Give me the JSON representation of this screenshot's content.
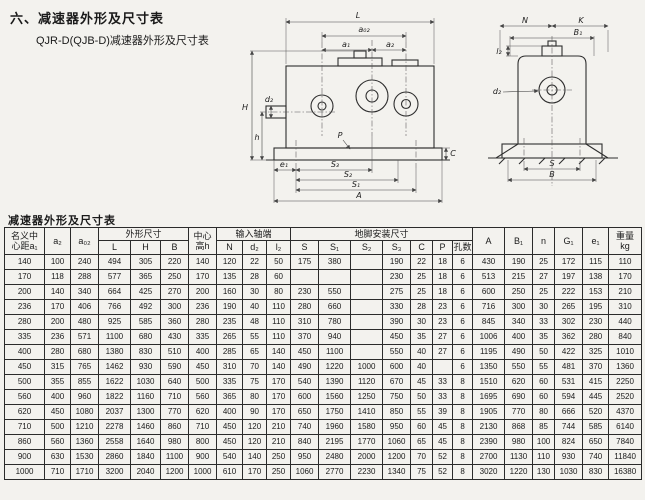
{
  "page": {
    "title": "六、减速器外形及尺寸表",
    "subtitle": "QJR-D(QJB-D)减速器外形及尺寸表",
    "table_caption": "减速器外形及尺寸表"
  },
  "figures": {
    "side_view": {
      "labels": {
        "L": "L",
        "a02": "a₀₂",
        "a1": "a₁",
        "a2": "a₂",
        "H": "H",
        "h": "h",
        "d2": "d₂",
        "P": "P",
        "C": "C",
        "e1": "e₁",
        "S3": "S₃",
        "S2": "S₂",
        "S1": "S₁",
        "A": "A"
      }
    },
    "end_view": {
      "labels": {
        "N": "N",
        "K": "K",
        "B1": "B₁",
        "l2": "l₂",
        "d2": "d₂",
        "S": "S",
        "B": "B"
      }
    }
  },
  "table": {
    "header": {
      "col1_line1": "名义中",
      "col1_line2": "心距a₁",
      "a2": "a₂",
      "a02": "a₀₂",
      "outline_group": "外形尺寸",
      "L": "L",
      "H": "H",
      "B": "B",
      "center_line1": "中心",
      "center_line2": "高h",
      "input_group": "输入轴端",
      "N": "N",
      "d2": "d₂",
      "l2": "l₂",
      "foot_group": "地脚安装尺寸",
      "S": "S",
      "S1": "S₁",
      "S2": "S₂",
      "S3": "S₃",
      "C": "C",
      "P": "P",
      "holes": "孔数",
      "A": "A",
      "B1": "B₁",
      "n": "n",
      "G1": "G₁",
      "e1": "e₁",
      "weight_line1": "重量",
      "weight_line2": "kg"
    },
    "rows": [
      [
        "140",
        "100",
        "240",
        "494",
        "305",
        "220",
        "140",
        "120",
        "22",
        "50",
        "175",
        "380",
        "",
        "190",
        "22",
        "18",
        "6",
        "430",
        "190",
        "25",
        "172",
        "115",
        "110"
      ],
      [
        "170",
        "118",
        "288",
        "577",
        "365",
        "250",
        "170",
        "135",
        "28",
        "60",
        "",
        "",
        "",
        "230",
        "25",
        "18",
        "6",
        "513",
        "215",
        "27",
        "197",
        "138",
        "170"
      ],
      [
        "200",
        "140",
        "340",
        "664",
        "425",
        "270",
        "200",
        "160",
        "30",
        "80",
        "230",
        "550",
        "",
        "275",
        "25",
        "18",
        "6",
        "600",
        "250",
        "25",
        "222",
        "153",
        "210"
      ],
      [
        "236",
        "170",
        "406",
        "766",
        "492",
        "300",
        "236",
        "190",
        "40",
        "110",
        "280",
        "660",
        "",
        "330",
        "28",
        "23",
        "6",
        "716",
        "300",
        "30",
        "265",
        "195",
        "310"
      ],
      [
        "280",
        "200",
        "480",
        "925",
        "585",
        "360",
        "280",
        "235",
        "48",
        "110",
        "310",
        "780",
        "",
        "390",
        "30",
        "23",
        "6",
        "845",
        "340",
        "33",
        "302",
        "230",
        "440"
      ],
      [
        "335",
        "236",
        "571",
        "1100",
        "680",
        "430",
        "335",
        "265",
        "55",
        "110",
        "370",
        "940",
        "",
        "450",
        "35",
        "27",
        "6",
        "1006",
        "400",
        "35",
        "362",
        "280",
        "840"
      ],
      [
        "400",
        "280",
        "680",
        "1380",
        "830",
        "510",
        "400",
        "285",
        "65",
        "140",
        "450",
        "1100",
        "",
        "550",
        "40",
        "27",
        "6",
        "1195",
        "490",
        "50",
        "422",
        "325",
        "1010"
      ],
      [
        "450",
        "315",
        "765",
        "1462",
        "930",
        "590",
        "450",
        "310",
        "70",
        "140",
        "490",
        "1220",
        "1000",
        "600",
        "40",
        "",
        "6",
        "1350",
        "550",
        "55",
        "481",
        "370",
        "1360"
      ],
      [
        "500",
        "355",
        "855",
        "1622",
        "1030",
        "640",
        "500",
        "335",
        "75",
        "170",
        "540",
        "1390",
        "1120",
        "670",
        "45",
        "33",
        "8",
        "1510",
        "620",
        "60",
        "531",
        "415",
        "2250"
      ],
      [
        "560",
        "400",
        "960",
        "1822",
        "1160",
        "710",
        "560",
        "365",
        "80",
        "170",
        "600",
        "1560",
        "1250",
        "750",
        "50",
        "33",
        "8",
        "1695",
        "690",
        "60",
        "594",
        "445",
        "2520"
      ],
      [
        "620",
        "450",
        "1080",
        "2037",
        "1300",
        "770",
        "620",
        "400",
        "90",
        "170",
        "650",
        "1750",
        "1410",
        "850",
        "55",
        "39",
        "8",
        "1905",
        "770",
        "80",
        "666",
        "520",
        "4370"
      ],
      [
        "710",
        "500",
        "1210",
        "2278",
        "1460",
        "860",
        "710",
        "450",
        "120",
        "210",
        "740",
        "1960",
        "1580",
        "950",
        "60",
        "45",
        "8",
        "2130",
        "868",
        "85",
        "744",
        "585",
        "6140"
      ],
      [
        "860",
        "560",
        "1360",
        "2558",
        "1640",
        "980",
        "800",
        "450",
        "120",
        "210",
        "840",
        "2195",
        "1770",
        "1060",
        "65",
        "45",
        "8",
        "2390",
        "980",
        "100",
        "824",
        "650",
        "7840"
      ],
      [
        "900",
        "630",
        "1530",
        "2860",
        "1840",
        "1100",
        "900",
        "540",
        "140",
        "250",
        "950",
        "2480",
        "2000",
        "1200",
        "70",
        "52",
        "8",
        "2700",
        "1130",
        "110",
        "930",
        "740",
        "11840"
      ],
      [
        "1000",
        "710",
        "1710",
        "3200",
        "2040",
        "1200",
        "1000",
        "610",
        "170",
        "250",
        "1060",
        "2770",
        "2230",
        "1340",
        "75",
        "52",
        "8",
        "3020",
        "1220",
        "130",
        "1030",
        "830",
        "16380"
      ]
    ]
  }
}
